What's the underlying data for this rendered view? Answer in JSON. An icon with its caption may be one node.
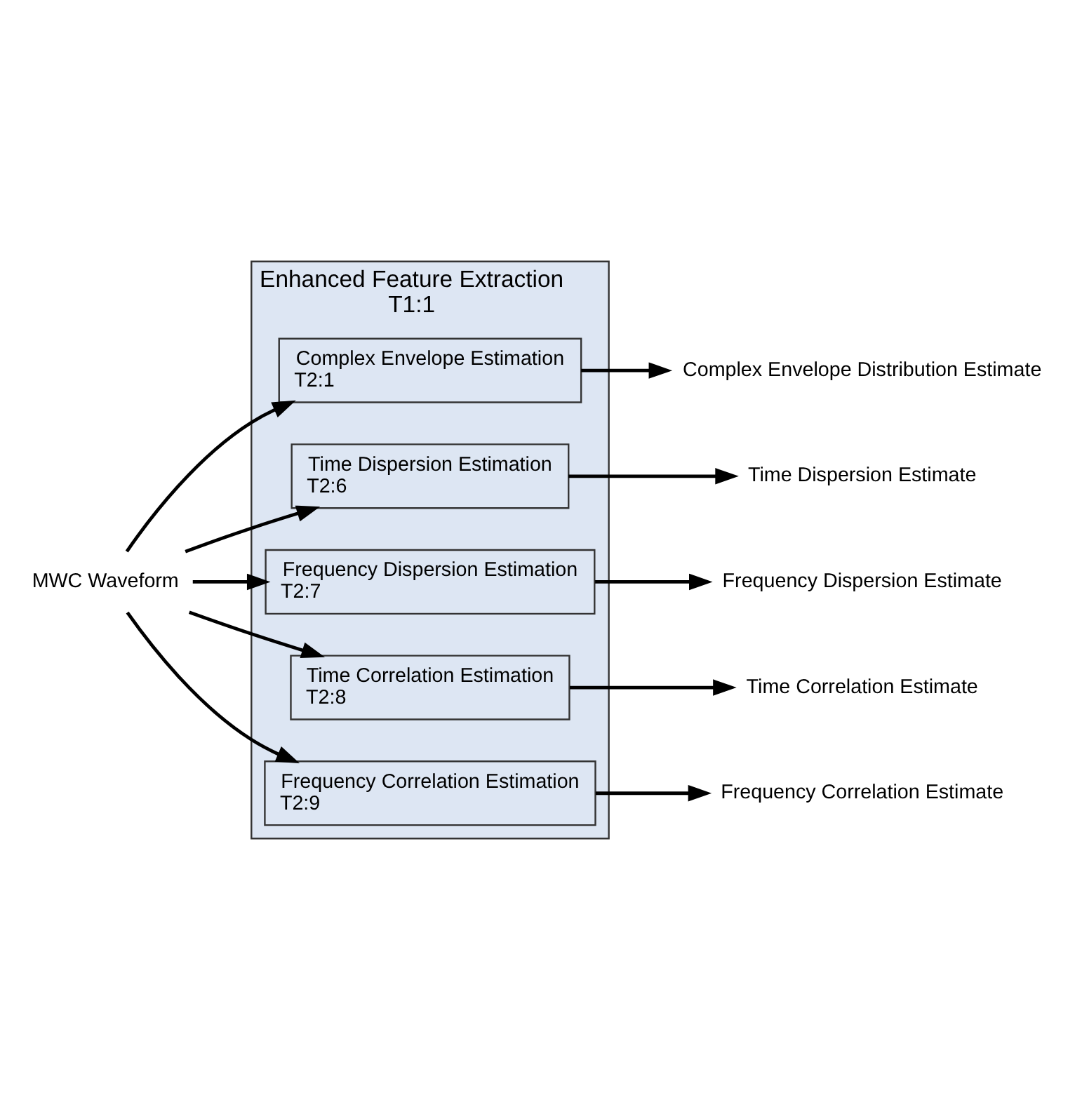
{
  "diagram": {
    "nodes": [
      {
        "text": [
          "Enhanced Feature Extraction",
          "T1:1"
        ]
      },
      {
        "text": [
          "Complex Envelope Estimation",
          "T2:1"
        ],
        "in": 0
      },
      {
        "text": [
          "Time Dispersion Estimation",
          "T2:6"
        ],
        "in": 0
      },
      {
        "text": [
          "Frequency Dispersion Estimation",
          "T2:7"
        ],
        "in": 0
      },
      {
        "text": [
          "Time Correlation Estimation",
          "T2:8"
        ],
        "in": 0
      },
      {
        "text": [
          "Frequency Correlation Estimation",
          "T2:9"
        ],
        "in": 0
      },
      {
        "text": [
          "MWC Waveform"
        ]
      },
      {
        "text": [
          "Complex Envelope Distribution Estimate"
        ]
      },
      {
        "text": [
          "Time Dispersion Estimate"
        ]
      },
      {
        "text": [
          "Frequency Dispersion Estimate"
        ]
      },
      {
        "text": [
          "Time Correlation Estimate"
        ]
      },
      {
        "text": [
          "Frequency Correlation Estimate"
        ]
      }
    ],
    "edges": [
      {
        "from": 6,
        "to": 1,
        "arrow": "to"
      },
      {
        "from": 6,
        "to": 2,
        "arrow": "to"
      },
      {
        "from": 6,
        "to": 3,
        "arrow": "to"
      },
      {
        "from": 6,
        "to": 4,
        "arrow": "to"
      },
      {
        "from": 6,
        "to": 5,
        "arrow": "to"
      },
      {
        "from": 1,
        "to": 7,
        "arrow": "to"
      },
      {
        "from": 2,
        "to": 8,
        "arrow": "to"
      },
      {
        "from": 3,
        "to": 9,
        "arrow": "to"
      },
      {
        "from": 4,
        "to": 10,
        "arrow": "to"
      },
      {
        "from": 5,
        "to": 11,
        "arrow": "to"
      }
    ]
  }
}
